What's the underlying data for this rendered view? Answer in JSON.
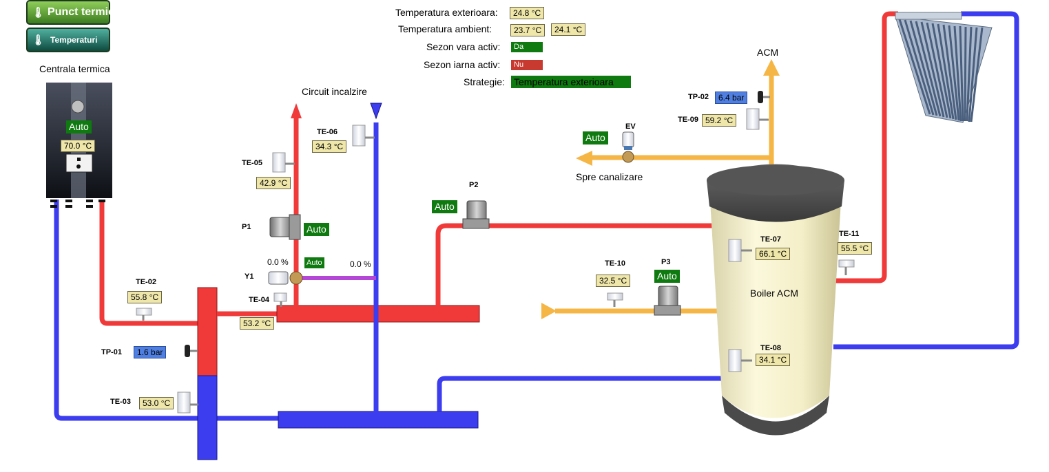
{
  "nav": {
    "punct_termic": "Punct termic",
    "temperaturi": "Temperaturi"
  },
  "header": {
    "temp_ext_label": "Temperatura exterioara:",
    "temp_ext_value": "24.8 °C",
    "temp_amb_label": "Temperatura ambient:",
    "temp_amb_value1": "23.7 °C",
    "temp_amb_value2": "24.1 °C",
    "sezon_vara_label": "Sezon vara activ:",
    "sezon_vara_value": "Da",
    "sezon_iarna_label": "Sezon iarna activ:",
    "sezon_iarna_value": "Nu",
    "strategie_label": "Strategie:",
    "strategie_value": "Temperatura exterioara"
  },
  "colors": {
    "hot_pipe": "#f03a3a",
    "cold_pipe": "#3d3df0",
    "dhw_pipe": "#f5b646",
    "mix_pipe": "#b447d6",
    "status_on": "#0f7a0f",
    "status_off": "#c8392f",
    "pressure_bg": "#4f7fe0",
    "value_bg": "#efe6aa"
  },
  "labels": {
    "centrala": "Centrala termica",
    "circuit": "Circuit incalzire",
    "acm": "ACM",
    "spre_canalizare": "Spre canalizare",
    "boiler": "Boiler ACM"
  },
  "boiler_unit": {
    "mode": "Auto",
    "temperature": "70.0 °C"
  },
  "sensors": {
    "te02": {
      "tag": "TE-02",
      "value": "55.8 °C"
    },
    "te03": {
      "tag": "TE-03",
      "value": "53.0 °C"
    },
    "te04": {
      "tag": "TE-04",
      "value": "53.2 °C"
    },
    "te05": {
      "tag": "TE-05",
      "value": "42.9 °C"
    },
    "te06": {
      "tag": "TE-06",
      "value": "34.3 °C"
    },
    "te07": {
      "tag": "TE-07",
      "value": "66.1 °C"
    },
    "te08": {
      "tag": "TE-08",
      "value": "34.1 °C"
    },
    "te09": {
      "tag": "TE-09",
      "value": "59.2 °C"
    },
    "te10": {
      "tag": "TE-10",
      "value": "32.5 °C"
    },
    "te11": {
      "tag": "TE-11",
      "value": "55.5 °C"
    },
    "tp01": {
      "tag": "TP-01",
      "value": "1.6 bar"
    },
    "tp02": {
      "tag": "TP-02",
      "value": "6.4 bar"
    }
  },
  "pumps": {
    "p1": {
      "tag": "P1",
      "mode": "Auto"
    },
    "p2": {
      "tag": "P2",
      "mode": "Auto"
    },
    "p3": {
      "tag": "P3",
      "mode": "Auto"
    }
  },
  "valves": {
    "y1": {
      "tag": "Y1",
      "mode": "Auto",
      "position_in": "0.0 %",
      "position_out": "0.0 %"
    },
    "ev": {
      "tag": "EV",
      "mode": "Auto"
    }
  }
}
